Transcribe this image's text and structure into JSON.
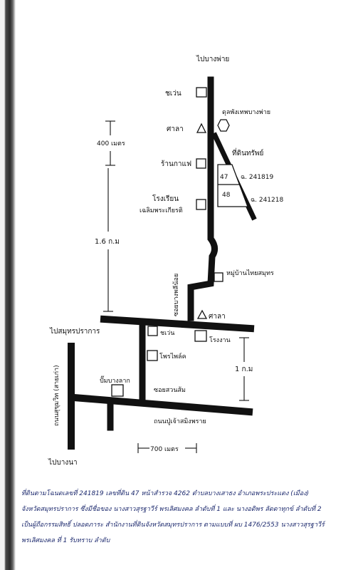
{
  "labels": {
    "top_direction": "ไปบางพ่าย",
    "bottom_direction": "ไปบางนา",
    "left_direction": "ไปสมุทรปราการ",
    "house_1": "ชเว่น",
    "pavilion_1": "ศาลา",
    "temple": "ดุลพังเทพบางพ่าย",
    "land_label": "ที่ดินทรัพย์",
    "coffee_shop": "ร้านกาแฟ",
    "lot_47": "47",
    "lot_48": "48",
    "deed_1": "ฉ. 241819",
    "deed_2": "ฉ. 241218",
    "school_1": "โรงเรียน",
    "school_2": "เฉลิมพระเกียรติ",
    "distance_400": "400 เมตร",
    "distance_16": "1.6 ก.ม",
    "distance_1km": "1 ก.ม",
    "distance_700": "700 เมตร",
    "village": "หมู่บ้านไทยสมุทร",
    "soi_vertical": "ซอยบางพลีน้อย",
    "pavilion_2": "ศาลา",
    "house_2": "ชเว่น",
    "factory": "โรงงาน",
    "prayer_shop": "โพรไพล์ค",
    "gas_station": "ปั๊มบางลาก",
    "soi_suan": "ซอยสวนส้ม",
    "road_bottom": "ถนนปู่เจ้าสมิงพราย",
    "road_left": "ถนนสุขุมวิท (สายเก่า)"
  },
  "footer": [
    "ที่ดินตามโฉนดเลขที่ 241819 เลขที่ดิน 47 หน้าสำรวจ 4262 ตำบลบางเสาธง อำเภอพระประแดง (เมือง)",
    "จังหวัดสมุทรปราการ ซึ่งมีชื่อของ นางสาวสุรฐาวีร์ พรเลิศมงคล ลำดับที่ 1 และ นางอดิพร ลัดดาทุกข์ ลำดับที่ 2",
    "เป็นผู้ถือกรรมสิทธิ์ ปลอดภาระ สำนักงานที่ดินจังหวัดสมุทรปราการ ตามแบบที่ ผบ 1476/2553 นางสาวสุรฐาวีร์",
    "พรเลิศมงคล ที่ 1 รับทราบ ลำดับ"
  ]
}
